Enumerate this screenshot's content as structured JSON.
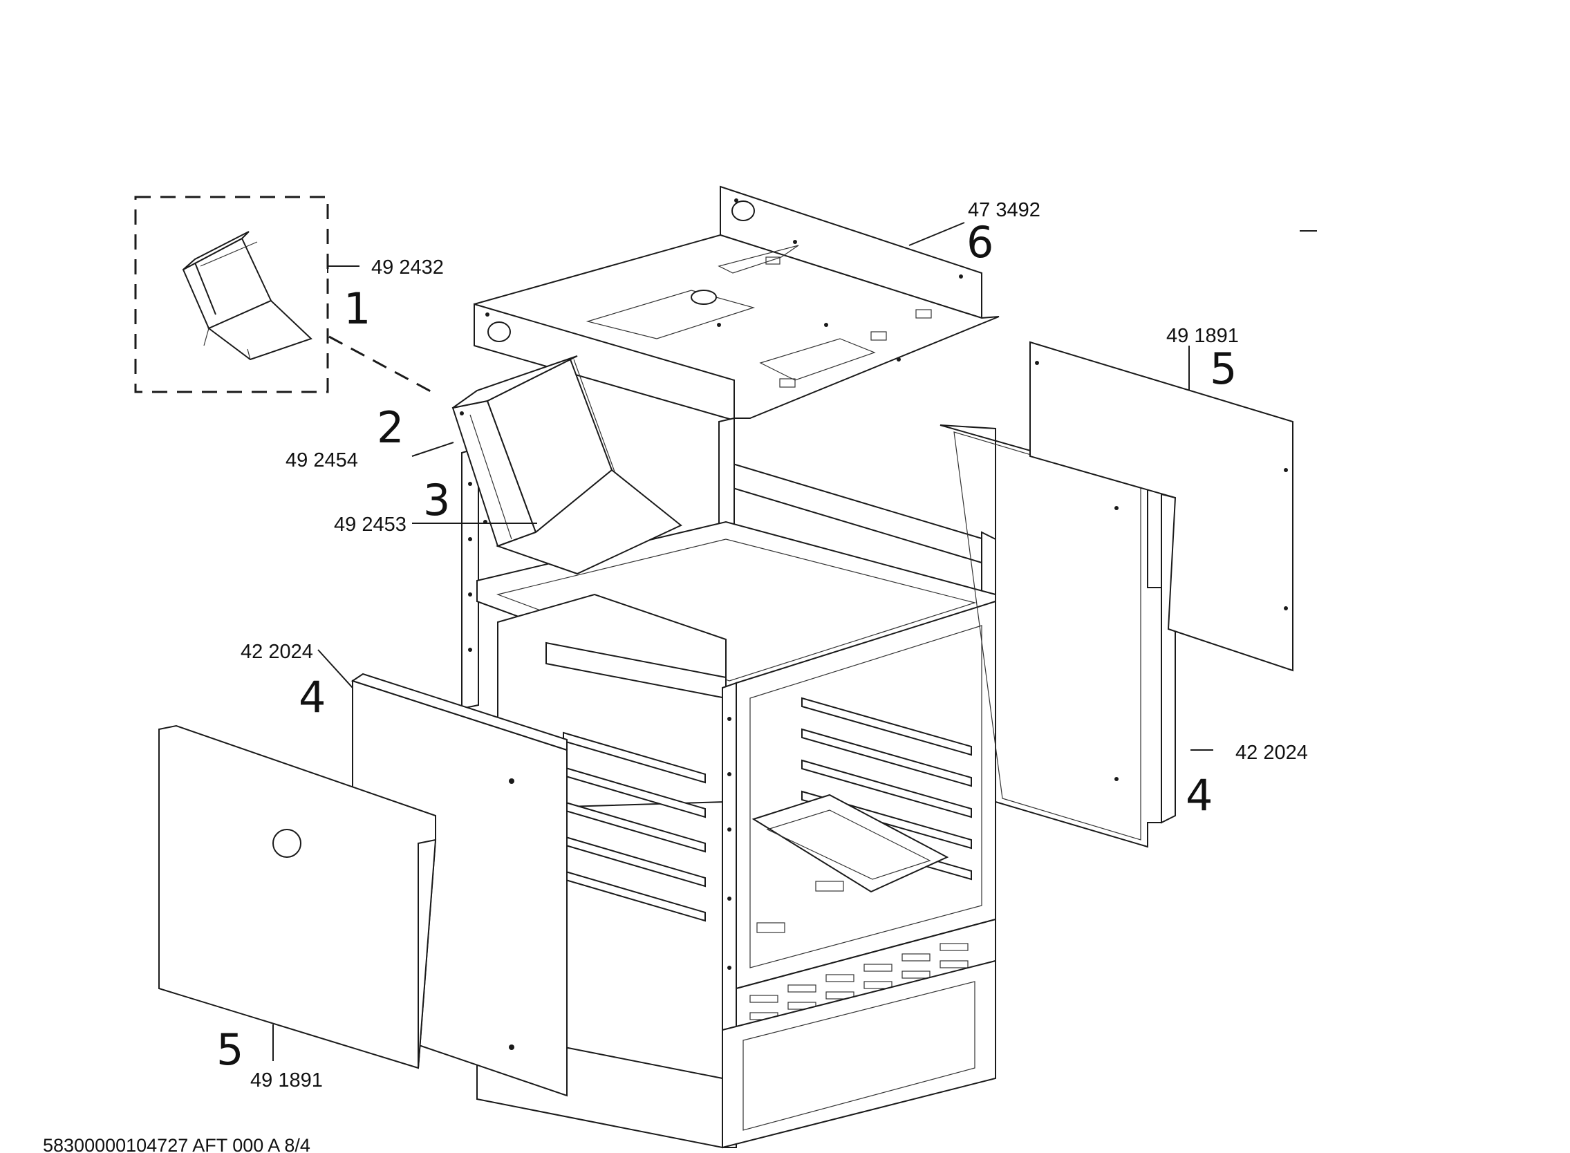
{
  "parts": [
    {
      "callout": "1",
      "part_number": "49 2432"
    },
    {
      "callout": "2",
      "part_number": "49 2454"
    },
    {
      "callout": "3",
      "part_number": "49 2453"
    },
    {
      "callout": "4",
      "part_number": "42 2024",
      "side": "left"
    },
    {
      "callout": "4",
      "part_number": "42 2024",
      "side": "right"
    },
    {
      "callout": "5",
      "part_number": "49 1891",
      "side": "left"
    },
    {
      "callout": "5",
      "part_number": "49 1891",
      "side": "right"
    },
    {
      "callout": "6",
      "part_number": "47 3492"
    }
  ],
  "footer": {
    "document_code": "58300000104727 AFT 000 A 8/4"
  }
}
